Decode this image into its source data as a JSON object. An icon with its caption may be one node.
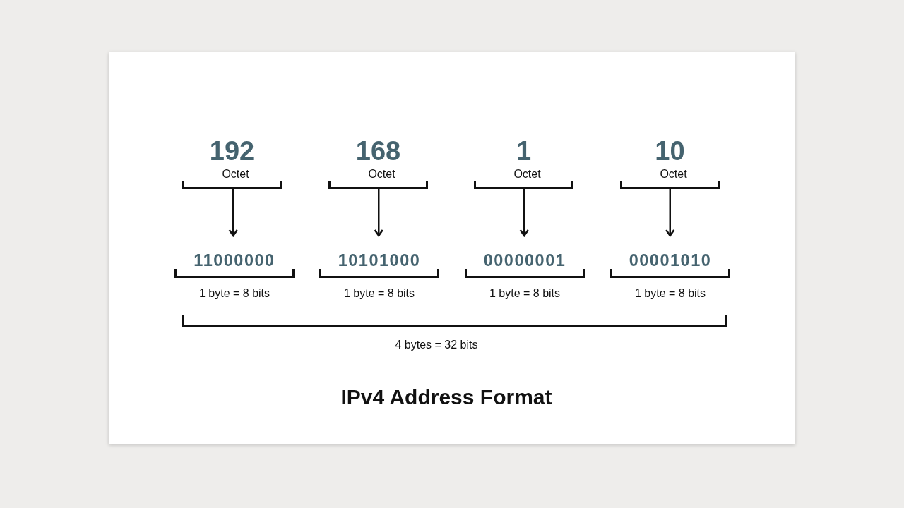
{
  "diagram": {
    "title": "IPv4 Address Format",
    "nodes": [
      {
        "text": [
          "192",
          "Octet"
        ]
      },
      {
        "text": [
          "168",
          "Octet"
        ]
      },
      {
        "text": [
          "1",
          "Octet"
        ]
      },
      {
        "text": [
          "10",
          "Octet"
        ]
      },
      {
        "text": [
          "11000000"
        ],
        "beside": [
          "1 byte = 8 bits"
        ]
      },
      {
        "text": [
          "10101000"
        ],
        "beside": [
          "1 byte = 8 bits"
        ]
      },
      {
        "text": [
          "00000001"
        ],
        "beside": [
          "1 byte = 8 bits"
        ]
      },
      {
        "text": [
          "00001010"
        ],
        "beside": [
          "1 byte = 8 bits"
        ]
      }
    ],
    "edges": [
      {
        "from": 0,
        "to": 4,
        "arrow": "to"
      },
      {
        "from": 1,
        "to": 5,
        "arrow": "to"
      },
      {
        "from": 2,
        "to": 6,
        "arrow": "to"
      },
      {
        "from": 3,
        "to": 7,
        "arrow": "to"
      }
    ],
    "labels": [
      "4 bytes = 32 bits"
    ]
  }
}
